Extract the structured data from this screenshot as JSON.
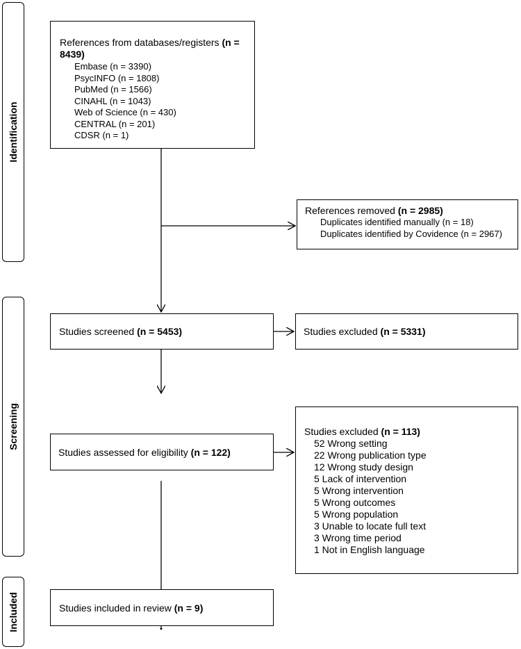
{
  "phases": {
    "identification": "Identification",
    "screening": "Screening",
    "included": "Included"
  },
  "references": {
    "title_prefix": "References from databases/registers ",
    "count": "(n = 8439)",
    "sources": [
      "Embase (n = 3390)",
      "PsycINFO (n = 1808)",
      "PubMed (n = 1566)",
      "CINAHL (n = 1043)",
      "Web of Science (n = 430)",
      "CENTRAL (n = 201)",
      "CDSR (n = 1)"
    ]
  },
  "removed": {
    "title_prefix": "References removed ",
    "count": "(n = 2985)",
    "items": [
      "Duplicates identified manually (n = 18)",
      "Duplicates identified by Covidence (n = 2967)"
    ]
  },
  "screened": {
    "prefix": "Studies screened ",
    "count": "(n = 5453)"
  },
  "excluded_screening": {
    "prefix": "Studies excluded ",
    "count": "(n = 5331)"
  },
  "assessed": {
    "prefix": "Studies assessed for eligibility ",
    "count": "(n = 122)"
  },
  "excluded_eligibility": {
    "prefix": "Studies excluded ",
    "count": "(n = 113)",
    "reasons": [
      "52 Wrong setting",
      "22 Wrong publication type",
      "12 Wrong study design",
      "5 Lack of intervention",
      "5 Wrong intervention",
      "5 Wrong outcomes",
      "5 Wrong population",
      "3 Unable to locate full text",
      "3 Wrong time period",
      "1 Not in English language"
    ]
  },
  "included": {
    "prefix": "Studies included in review ",
    "count": "(n = 9)"
  }
}
